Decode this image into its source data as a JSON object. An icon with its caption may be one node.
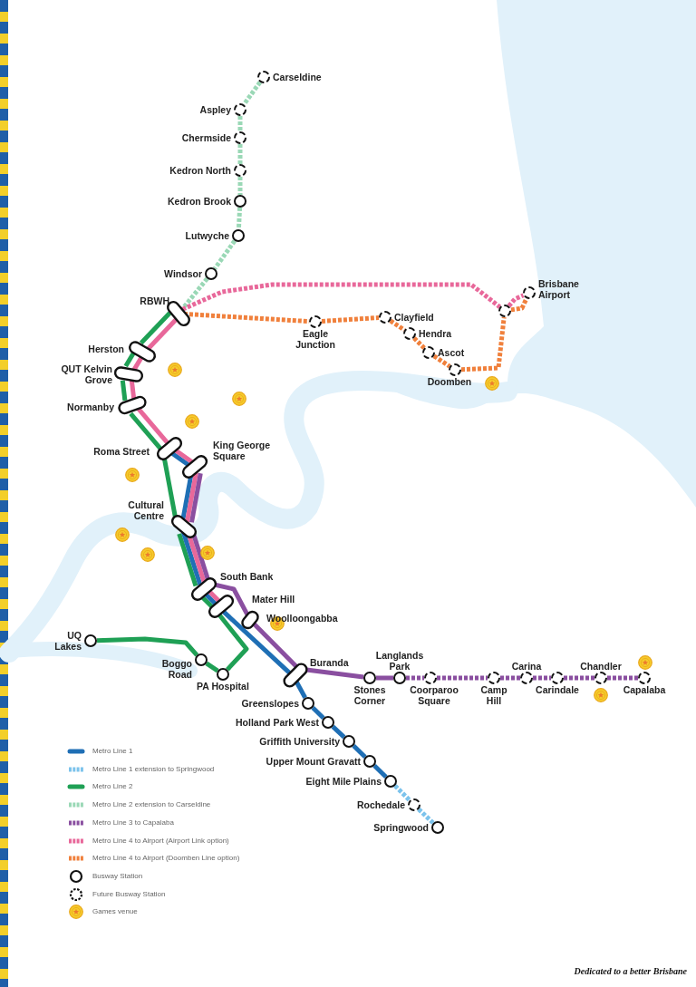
{
  "diagram": {
    "nodes": [
      {
        "text": [
          "Carseldine"
        ]
      },
      {
        "text": [
          "Aspley"
        ]
      },
      {
        "text": [
          "Chermside"
        ]
      },
      {
        "text": [
          "Kedron North"
        ]
      },
      {
        "text": [
          "Kedron Brook"
        ]
      },
      {
        "text": [
          "Lutwyche"
        ]
      },
      {
        "text": [
          "Windsor"
        ]
      },
      {
        "text": [
          "RBWH"
        ]
      },
      {
        "text": [
          "Herston"
        ]
      },
      {
        "text": [
          "QUT Kelvin Grove"
        ]
      },
      {
        "text": [
          "Normanby"
        ]
      },
      {
        "text": [
          "Roma Street"
        ]
      },
      {
        "text": [
          "King George Square"
        ]
      },
      {
        "text": [
          "Cultural Centre"
        ]
      },
      {
        "text": [
          "South Bank"
        ]
      },
      {
        "text": [
          "Mater Hill"
        ]
      },
      {
        "text": [
          "Woolloongabba"
        ]
      },
      {
        "text": [
          "UQ Lakes"
        ]
      },
      {
        "text": [
          "Boggo Road"
        ]
      },
      {
        "text": [
          "PA Hospital"
        ]
      },
      {
        "text": [
          "Buranda"
        ]
      },
      {
        "text": [
          "Stones Corner"
        ]
      },
      {
        "text": [
          "Langlands Park"
        ]
      },
      {
        "text": [
          "Coorparoo Square"
        ]
      },
      {
        "text": [
          "Camp Hill"
        ]
      },
      {
        "text": [
          "Carina"
        ]
      },
      {
        "text": [
          "Carindale"
        ]
      },
      {
        "text": [
          "Chandler"
        ]
      },
      {
        "text": [
          "Capalaba"
        ]
      },
      {
        "text": [
          "Greenslopes"
        ]
      },
      {
        "text": [
          "Holland Park West"
        ]
      },
      {
        "text": [
          "Griffith University"
        ]
      },
      {
        "text": [
          "Upper Mount Gravatt"
        ]
      },
      {
        "text": [
          "Eight Mile Plains"
        ]
      },
      {
        "text": [
          "Rochedale"
        ]
      },
      {
        "text": [
          "Springwood"
        ]
      },
      {
        "text": [
          "Eagle Junction"
        ]
      },
      {
        "text": [
          "Clayfield"
        ]
      },
      {
        "text": [
          "Hendra"
        ]
      },
      {
        "text": [
          "Ascot"
        ]
      },
      {
        "text": [
          "Doomben"
        ]
      },
      {
        "text": [],
        "shape": "circle"
      },
      {
        "text": [
          "Brisbane Airport"
        ]
      }
    ],
    "edges": [
      {
        "from": 0,
        "to": 1,
        "arrow": "none",
        "style": "dashed",
        "color": "#9ad8b6"
      },
      {
        "from": 1,
        "to": 2,
        "arrow": "none",
        "style": "dashed",
        "color": "#9ad8b6"
      },
      {
        "from": 2,
        "to": 3,
        "arrow": "none",
        "style": "dashed",
        "color": "#9ad8b6"
      },
      {
        "from": 3,
        "to": 4,
        "arrow": "none",
        "style": "dashed",
        "color": "#9ad8b6"
      },
      {
        "from": 4,
        "to": 5,
        "arrow": "none",
        "style": "dashed",
        "color": "#9ad8b6"
      },
      {
        "from": 5,
        "to": 6,
        "arrow": "none",
        "style": "dashed",
        "color": "#9ad8b6"
      },
      {
        "from": 6,
        "to": 7,
        "arrow": "none",
        "style": "dashed",
        "color": "#9ad8b6"
      },
      {
        "from": 7,
        "to": 8,
        "arrow": "none",
        "color": "#1fa055"
      },
      {
        "from": 8,
        "to": 9,
        "arrow": "none",
        "color": "#1fa055"
      },
      {
        "from": 9,
        "to": 10,
        "arrow": "none",
        "color": "#1fa055"
      },
      {
        "from": 10,
        "to": 11,
        "arrow": "none",
        "color": "#1fa055"
      },
      {
        "from": 11,
        "to": 13,
        "arrow": "none",
        "color": "#1fa055"
      },
      {
        "from": 13,
        "to": 14,
        "arrow": "none",
        "color": "#1fa055"
      },
      {
        "from": 14,
        "to": 15,
        "arrow": "none",
        "color": "#1fa055"
      },
      {
        "from": 15,
        "to": 19,
        "arrow": "none",
        "color": "#1fa055"
      },
      {
        "from": 19,
        "to": 18,
        "arrow": "none",
        "color": "#1fa055"
      },
      {
        "from": 18,
        "to": 17,
        "arrow": "none",
        "color": "#1fa055"
      },
      {
        "from": 11,
        "to": 12,
        "arrow": "none",
        "color": "#1f6fb5"
      },
      {
        "from": 12,
        "to": 13,
        "arrow": "none",
        "color": "#1f6fb5"
      },
      {
        "from": 13,
        "to": 14,
        "arrow": "none",
        "color": "#1f6fb5"
      },
      {
        "from": 14,
        "to": 15,
        "arrow": "none",
        "color": "#1f6fb5"
      },
      {
        "from": 15,
        "to": 20,
        "arrow": "none",
        "color": "#1f6fb5"
      },
      {
        "from": 20,
        "to": 29,
        "arrow": "none",
        "color": "#1f6fb5"
      },
      {
        "from": 29,
        "to": 30,
        "arrow": "none",
        "color": "#1f6fb5"
      },
      {
        "from": 30,
        "to": 31,
        "arrow": "none",
        "color": "#1f6fb5"
      },
      {
        "from": 31,
        "to": 32,
        "arrow": "none",
        "color": "#1f6fb5"
      },
      {
        "from": 32,
        "to": 33,
        "arrow": "none",
        "color": "#1f6fb5"
      },
      {
        "from": 33,
        "to": 34,
        "arrow": "none",
        "style": "dashed",
        "color": "#7cc3ec"
      },
      {
        "from": 34,
        "to": 35,
        "arrow": "none",
        "style": "dashed",
        "color": "#7cc3ec"
      },
      {
        "from": 7,
        "to": 8,
        "arrow": "none",
        "color": "#e8689a"
      },
      {
        "from": 8,
        "to": 9,
        "arrow": "none",
        "color": "#e8689a"
      },
      {
        "from": 9,
        "to": 10,
        "arrow": "none",
        "color": "#e8689a"
      },
      {
        "from": 10,
        "to": 11,
        "arrow": "none",
        "color": "#e8689a"
      },
      {
        "from": 11,
        "to": 12,
        "arrow": "none",
        "color": "#e8689a"
      },
      {
        "from": 12,
        "to": 13,
        "arrow": "none",
        "color": "#e8689a"
      },
      {
        "from": 13,
        "to": 14,
        "arrow": "none",
        "color": "#e8689a"
      },
      {
        "from": 14,
        "to": 15,
        "arrow": "none",
        "color": "#e8689a"
      },
      {
        "from": 7,
        "to": 41,
        "arrow": "none",
        "style": "dashed",
        "color": "#e8689a"
      },
      {
        "from": 41,
        "to": 42,
        "arrow": "none",
        "style": "dashed",
        "color": "#e8689a"
      },
      {
        "from": 12,
        "to": 13,
        "arrow": "none",
        "color": "#8a4fa0"
      },
      {
        "from": 13,
        "to": 14,
        "arrow": "none",
        "color": "#8a4fa0"
      },
      {
        "from": 14,
        "to": 16,
        "arrow": "none",
        "color": "#8a4fa0"
      },
      {
        "from": 16,
        "to": 20,
        "arrow": "none",
        "color": "#8a4fa0"
      },
      {
        "from": 20,
        "to": 21,
        "arrow": "none",
        "color": "#8a4fa0"
      },
      {
        "from": 21,
        "to": 22,
        "arrow": "none",
        "color": "#8a4fa0"
      },
      {
        "from": 22,
        "to": 23,
        "arrow": "none",
        "style": "dashed",
        "color": "#8a4fa0"
      },
      {
        "from": 23,
        "to": 24,
        "arrow": "none",
        "style": "dashed",
        "color": "#8a4fa0"
      },
      {
        "from": 24,
        "to": 25,
        "arrow": "none",
        "style": "dashed",
        "color": "#8a4fa0"
      },
      {
        "from": 25,
        "to": 26,
        "arrow": "none",
        "style": "dashed",
        "color": "#8a4fa0"
      },
      {
        "from": 26,
        "to": 27,
        "arrow": "none",
        "style": "dashed",
        "color": "#8a4fa0"
      },
      {
        "from": 27,
        "to": 28,
        "arrow": "none",
        "style": "dashed",
        "color": "#8a4fa0"
      },
      {
        "from": 7,
        "to": 36,
        "arrow": "none",
        "style": "dashed",
        "color": "#f0803c"
      },
      {
        "from": 36,
        "to": 37,
        "arrow": "none",
        "style": "dashed",
        "color": "#f0803c"
      },
      {
        "from": 37,
        "to": 38,
        "arrow": "none",
        "style": "dashed",
        "color": "#f0803c"
      },
      {
        "from": 38,
        "to": 39,
        "arrow": "none",
        "style": "dashed",
        "color": "#f0803c"
      },
      {
        "from": 39,
        "to": 40,
        "arrow": "none",
        "style": "dashed",
        "color": "#f0803c"
      },
      {
        "from": 40,
        "to": 41,
        "arrow": "none",
        "style": "dashed",
        "color": "#f0803c"
      },
      {
        "from": 41,
        "to": 42,
        "arrow": "none",
        "style": "dashed",
        "color": "#f0803c"
      }
    ],
    "labels": [
      "Dedicated to a better Brisbane"
    ],
    "legend": [
      {
        "text": "Metro Line 1"
      },
      {
        "text": "Metro Line 1 extension to Springwood"
      },
      {
        "text": "Metro Line 2"
      },
      {
        "text": "Metro Line 2 extension to Carseldine"
      },
      {
        "text": "Metro Line 3 to Capalaba"
      },
      {
        "text": "Metro Line 4 to Airport (Airport Link option)"
      },
      {
        "text": "Metro Line 4 to Airport (Doomben Line option)"
      },
      {
        "text": "Busway Station"
      },
      {
        "text": "Future Busway Station"
      },
      {
        "text": "Games venue"
      }
    ]
  }
}
